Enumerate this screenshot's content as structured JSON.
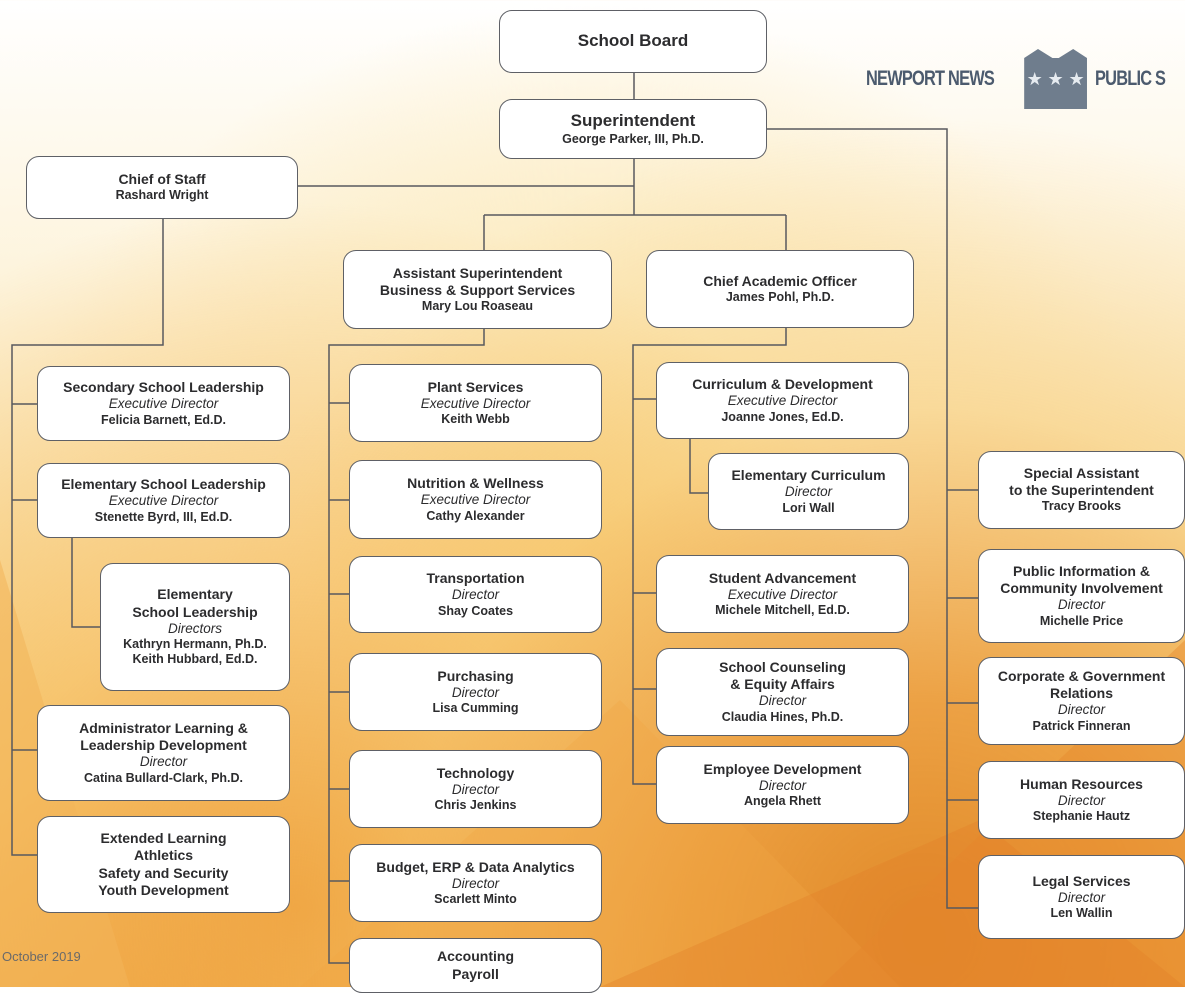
{
  "logo": {
    "word1": "NEWPORT NEWS",
    "word2": "PUBLIC S"
  },
  "footer": {
    "date": "October 2019"
  },
  "org": {
    "school_board": {
      "title": "School Board"
    },
    "superintendent": {
      "title": "Superintendent",
      "name": "George Parker, III, Ph.D."
    },
    "chief_of_staff": {
      "title": "Chief of Staff",
      "name": "Rashard Wright"
    },
    "asst_super": {
      "title": [
        "Assistant Superintendent",
        "Business & Support Services"
      ],
      "name": "Mary Lou Roaseau"
    },
    "cao": {
      "title": "Chief Academic Officer",
      "name": "James Pohl, Ph.D."
    },
    "secondary": {
      "title": "Secondary School Leadership",
      "role": "Executive Director",
      "name": "Felicia Barnett, Ed.D."
    },
    "elementary": {
      "title": "Elementary School Leadership",
      "role": "Executive Director",
      "name": "Stenette Byrd, III, Ed.D."
    },
    "elem_directors": {
      "title": [
        "Elementary",
        "School Leadership"
      ],
      "role": "Directors",
      "names": [
        "Kathryn Hermann, Ph.D.",
        "Keith Hubbard, Ed.D."
      ]
    },
    "admin_learning": {
      "title": [
        "Administrator Learning &",
        "Leadership Development"
      ],
      "role": "Director",
      "name": "Catina Bullard-Clark, Ph.D."
    },
    "extended": {
      "lines": [
        "Extended Learning",
        "Athletics",
        "Safety and Security",
        "Youth Development"
      ]
    },
    "plant": {
      "title": "Plant Services",
      "role": "Executive Director",
      "name": "Keith Webb"
    },
    "nutrition": {
      "title": "Nutrition & Wellness",
      "role": "Executive Director",
      "name": "Cathy Alexander"
    },
    "transport": {
      "title": "Transportation",
      "role": "Director",
      "name": "Shay Coates"
    },
    "purchasing": {
      "title": "Purchasing",
      "role": "Director",
      "name": "Lisa Cumming"
    },
    "technology": {
      "title": "Technology",
      "role": "Director",
      "name": "Chris Jenkins"
    },
    "budget": {
      "title": "Budget, ERP & Data Analytics",
      "role": "Director",
      "name": "Scarlett Minto"
    },
    "accounting": {
      "lines": [
        "Accounting",
        "Payroll"
      ]
    },
    "curriculum": {
      "title": "Curriculum & Development",
      "role": "Executive Director",
      "name": "Joanne Jones, Ed.D."
    },
    "elem_curriculum": {
      "title": "Elementary Curriculum",
      "role": "Director",
      "name": "Lori Wall"
    },
    "student_adv": {
      "title": "Student Advancement",
      "role": "Executive Director",
      "name": "Michele Mitchell, Ed.D."
    },
    "counseling": {
      "title": [
        "School Counseling",
        "& Equity Affairs"
      ],
      "role": "Director",
      "name": "Claudia Hines, Ph.D."
    },
    "employee_dev": {
      "title": "Employee Development",
      "role": "Director",
      "name": "Angela Rhett"
    },
    "special_asst": {
      "title": [
        "Special Assistant",
        "to the Superintendent"
      ],
      "name": "Tracy Brooks"
    },
    "public_info": {
      "title": [
        "Public Information &",
        "Community Involvement"
      ],
      "role": "Director",
      "name": "Michelle Price"
    },
    "corporate": {
      "title": [
        "Corporate & Government",
        "Relations"
      ],
      "role": "Director",
      "name": "Patrick Finneran"
    },
    "hr": {
      "title": "Human Resources",
      "role": "Director",
      "name": "Stephanie Hautz"
    },
    "legal": {
      "title": "Legal Services",
      "role": "Director",
      "name": "Len Wallin"
    }
  }
}
